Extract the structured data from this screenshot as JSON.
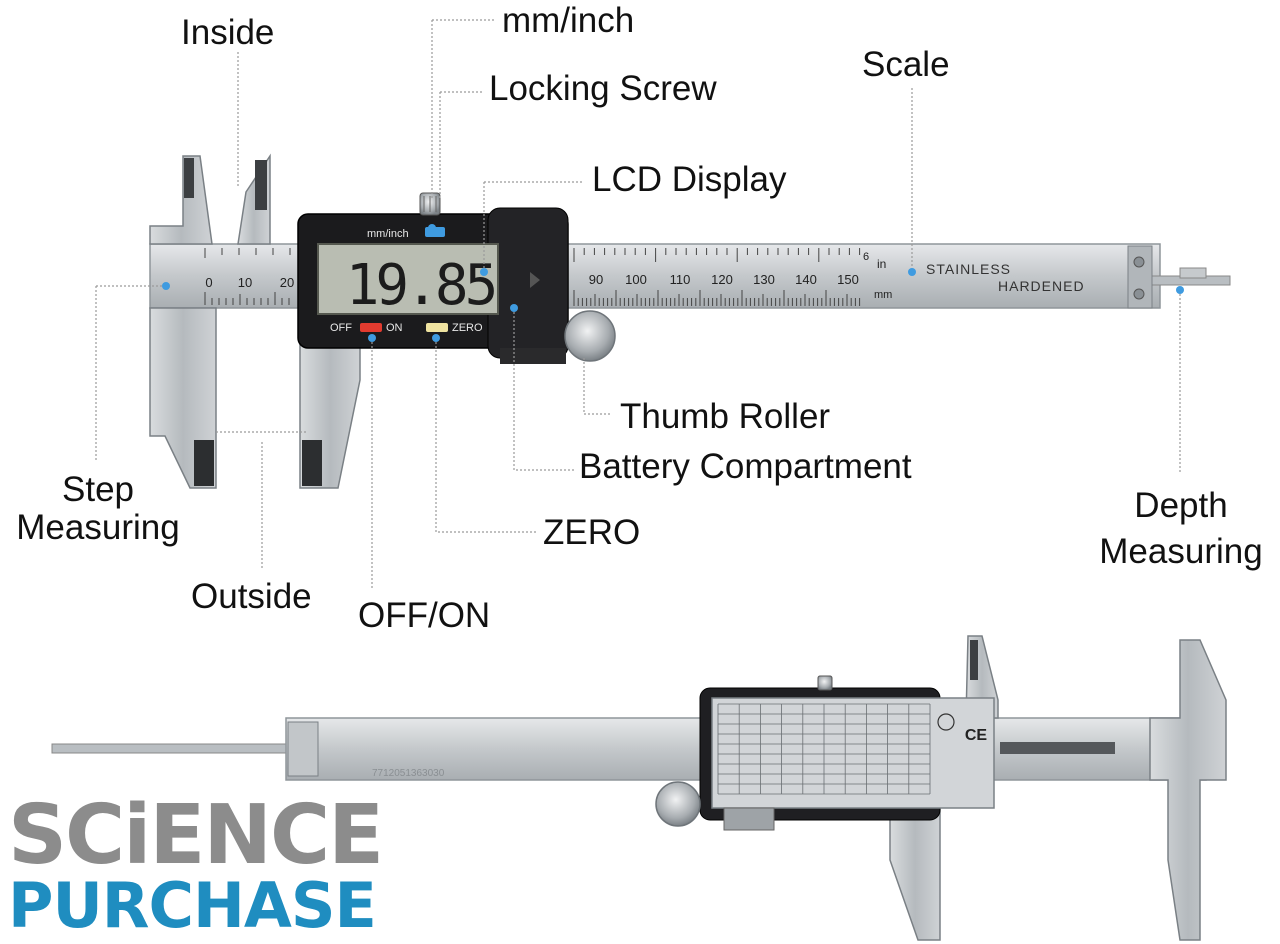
{
  "labels": {
    "inside": "Inside",
    "mm_inch": "mm/inch",
    "locking_screw": "Locking Screw",
    "scale": "Scale",
    "lcd_display": "LCD Display",
    "thumb_roller": "Thumb Roller",
    "battery_compartment": "Battery Compartment",
    "zero": "ZERO",
    "off_on": "OFF/ON",
    "outside": "Outside",
    "step_measuring": [
      "Step",
      "Measuring"
    ],
    "depth_measuring": [
      "Depth",
      "Measuring"
    ]
  },
  "caliper_text": {
    "display_reading": "19.85",
    "display_unit_button": "mm/inch",
    "btn_off": "OFF",
    "btn_on": "ON",
    "btn_zero": "ZERO",
    "stainless": "STAINLESS",
    "hardened": "HARDENED",
    "unit_in": "in",
    "unit_mm": "mm",
    "mm_numbers_left": [
      "0",
      "10",
      "20"
    ],
    "mm_numbers_right": [
      "90",
      "100",
      "110",
      "120",
      "130",
      "140",
      "150"
    ],
    "inch_number": "6",
    "serial": "7712051363030",
    "ce_mark": "CE"
  },
  "logo": {
    "line1": "SCiENCE",
    "line2": "PURCHASE"
  },
  "colors": {
    "steel": "#c9cdd0",
    "steel_dark": "#8f959a",
    "lcd_body": "#1b1b1d",
    "lcd_screen": "#b9bdb2",
    "marker": "#3f9be0",
    "off_on_button": "#e23b2f",
    "zero_button": "#efe3a0",
    "logo_gray": "#8c8c8c",
    "logo_blue": "#1f8dc0"
  }
}
